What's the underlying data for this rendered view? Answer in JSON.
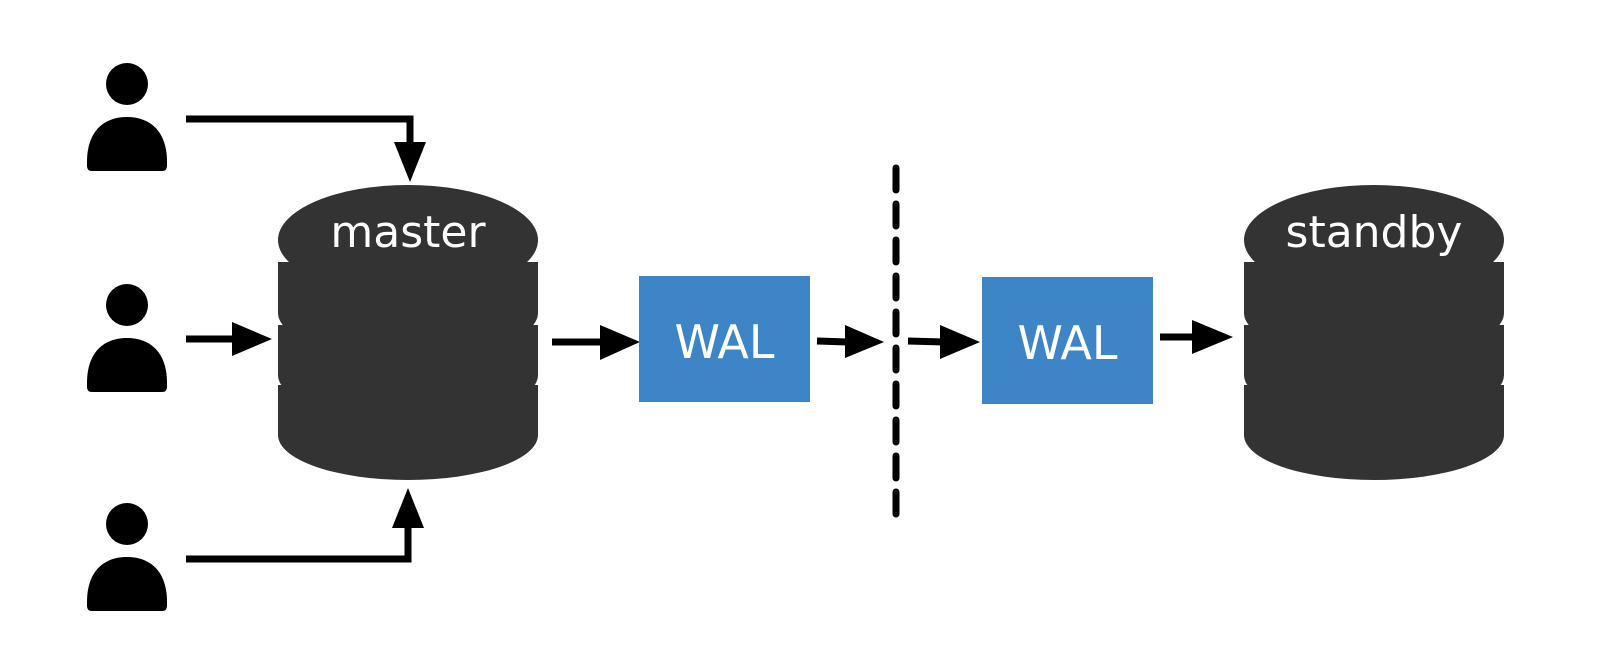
{
  "nodes": {
    "master": {
      "label": "master"
    },
    "standby": {
      "label": "standby"
    },
    "wal_primary": {
      "label": "WAL"
    },
    "wal_standby": {
      "label": "WAL"
    }
  },
  "colors": {
    "database": "#333333",
    "wal": "#3d85c6",
    "stroke": "#000000",
    "user": "#000000",
    "text": "#ffffff"
  },
  "icons": {
    "user": "user-icon",
    "database": "database-icon",
    "divider": "dashed-divider"
  },
  "users": [
    {
      "id": "user-top"
    },
    {
      "id": "user-middle"
    },
    {
      "id": "user-bottom"
    }
  ]
}
